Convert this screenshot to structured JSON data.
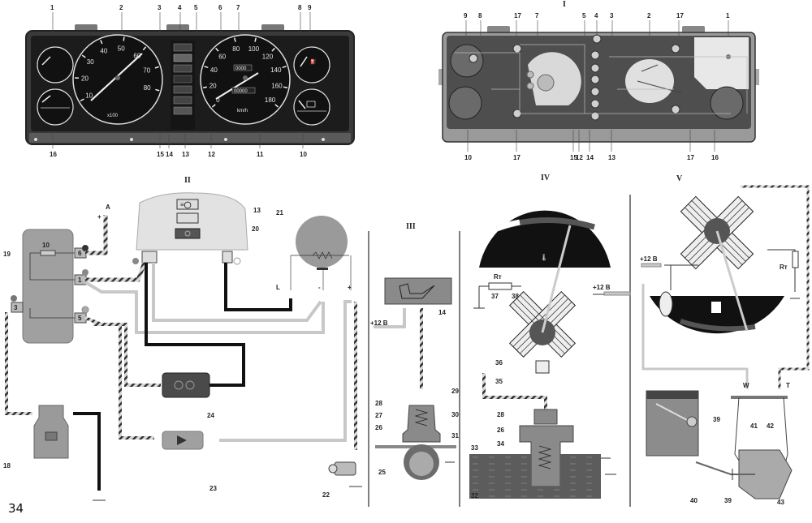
{
  "page_number": "34",
  "sections": {
    "I": "I",
    "II": "II",
    "III": "III",
    "IV": "IV",
    "V": "V"
  },
  "cluster_front": {
    "callouts_top": [
      "1",
      "2",
      "3",
      "4",
      "5",
      "6",
      "7",
      "8",
      "9"
    ],
    "callouts_bottom": [
      "16",
      "15",
      "14",
      "13",
      "12",
      "11",
      "10"
    ],
    "tachometer": {
      "scale": [
        "10",
        "20",
        "30",
        "40",
        "50",
        "60",
        "70",
        "80"
      ],
      "unit": "x100"
    },
    "speedometer": {
      "scale": [
        "0",
        "20",
        "40",
        "60",
        "80",
        "100",
        "120",
        "140",
        "160",
        "180"
      ],
      "unit": "km/h",
      "trip": "0000",
      "odometer": "00000"
    }
  },
  "cluster_back": {
    "callouts_top": [
      "9",
      "8",
      "17",
      "7",
      "5",
      "4",
      "3",
      "2",
      "17",
      "1"
    ],
    "callouts_bottom": [
      "10",
      "17",
      "15",
      "12",
      "14",
      "13",
      "17",
      "16"
    ]
  },
  "section_II": {
    "callouts": [
      "19",
      "10",
      "A",
      "+",
      "13",
      "20",
      "21",
      "L",
      "-",
      "+",
      "24",
      "23",
      "22",
      "18"
    ],
    "relay_terminals": [
      "6",
      "1",
      "3",
      "5"
    ]
  },
  "section_III": {
    "supply": "+12 B",
    "callouts": [
      "14",
      "28",
      "29",
      "27",
      "30",
      "26",
      "31",
      "25"
    ]
  },
  "section_IV": {
    "resistor": "Rт",
    "supply": "+12 B",
    "callouts": [
      "37",
      "38",
      "36",
      "35",
      "28",
      "26",
      "34",
      "33",
      "32"
    ]
  },
  "section_V": {
    "supply": "+12 B",
    "resistor": "Rт",
    "terminal_w": "W",
    "terminal_t": "T",
    "callouts": [
      "39",
      "41",
      "42",
      "40",
      "39",
      "43"
    ]
  },
  "colors": {
    "panel": "#2b2b2b",
    "board": "#5a5a5a",
    "relay": "#9a9a9a",
    "dial_bg": "#141414",
    "wire_light": "#c8c8c8",
    "wire_dark": "#111111"
  }
}
